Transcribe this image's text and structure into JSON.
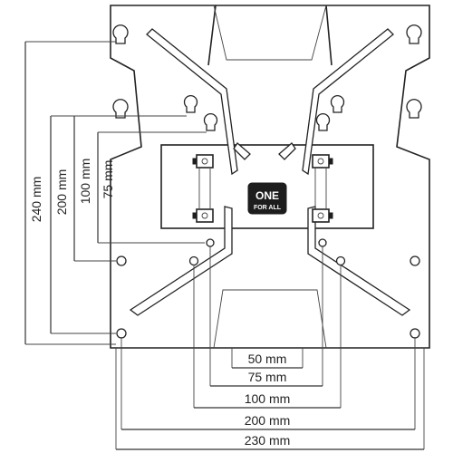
{
  "diagram": {
    "brand_line1": "ONE",
    "brand_line2": "FOR ALL",
    "vertical_dims": [
      {
        "label": "240 mm"
      },
      {
        "label": "200 mm"
      },
      {
        "label": "100 mm"
      },
      {
        "label": "75 mm"
      }
    ],
    "horizontal_dims": [
      {
        "label": "50 mm"
      },
      {
        "label": "75 mm"
      },
      {
        "label": "100 mm"
      },
      {
        "label": "200 mm"
      },
      {
        "label": "230 mm"
      }
    ]
  }
}
